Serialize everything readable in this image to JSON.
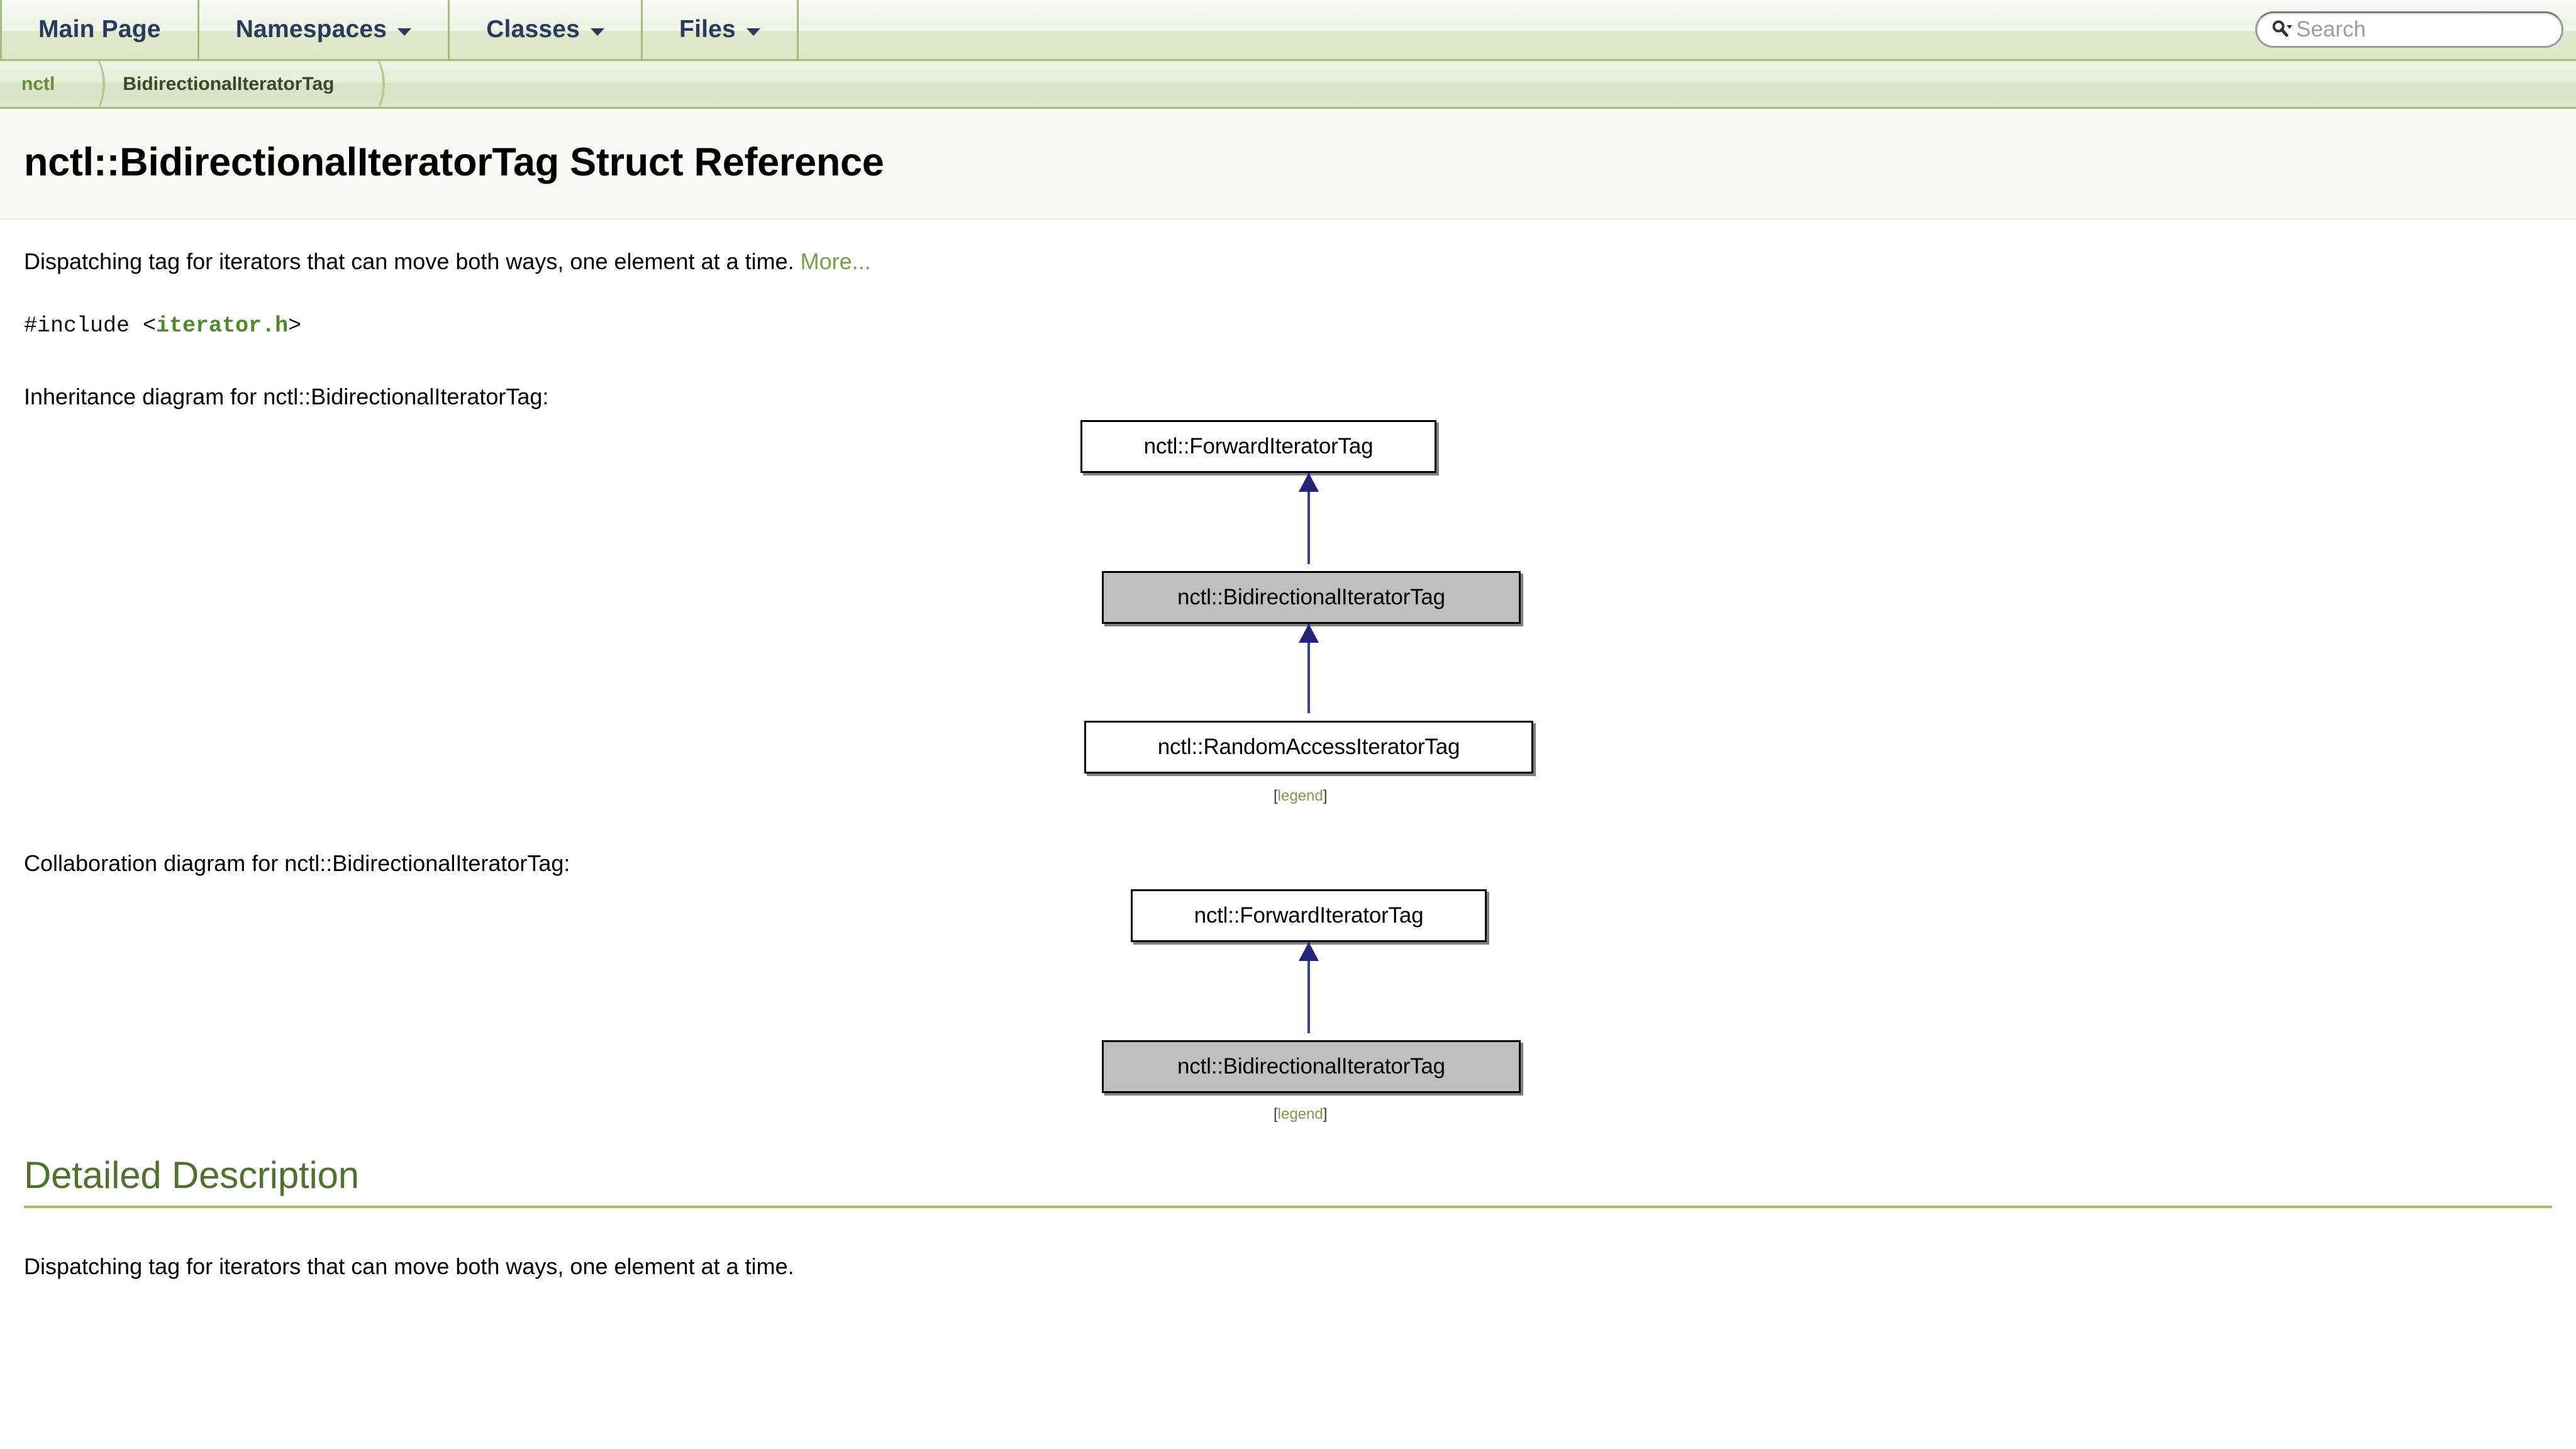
{
  "navbar": {
    "tabs": [
      {
        "label": "Main Page",
        "name": "tab-main-page",
        "has_caret": false
      },
      {
        "label": "Namespaces",
        "name": "tab-namespaces",
        "has_caret": true
      },
      {
        "label": "Classes",
        "name": "tab-classes",
        "has_caret": true
      },
      {
        "label": "Files",
        "name": "tab-files",
        "has_caret": true
      }
    ],
    "search": {
      "placeholder": "Search",
      "value": "",
      "icon": "search-magnifier-icon"
    }
  },
  "breadcrumb": {
    "items": [
      {
        "label": "nctl",
        "type": "link"
      },
      {
        "label": "BidirectionalIteratorTag",
        "type": "current"
      }
    ]
  },
  "header": {
    "title": "nctl::BidirectionalIteratorTag Struct Reference"
  },
  "brief": {
    "text": "Dispatching tag for iterators that can move both ways, one element at a time.",
    "more_label": "More..."
  },
  "include": {
    "prefix": "#include <",
    "file": "iterator.h",
    "suffix": ">"
  },
  "inheritance": {
    "caption": "Inheritance diagram for nctl::BidirectionalIteratorTag:",
    "legend_open": "[",
    "legend_label": "legend",
    "legend_close": "]",
    "nodes": [
      {
        "label": "nctl::ForwardIteratorTag",
        "current": false
      },
      {
        "label": "nctl::BidirectionalIteratorTag",
        "current": true
      },
      {
        "label": "nctl::RandomAccessIteratorTag",
        "current": false
      }
    ]
  },
  "collaboration": {
    "caption": "Collaboration diagram for nctl::BidirectionalIteratorTag:",
    "legend_open": "[",
    "legend_label": "legend",
    "legend_close": "]",
    "nodes": [
      {
        "label": "nctl::ForwardIteratorTag",
        "current": false
      },
      {
        "label": "nctl::BidirectionalIteratorTag",
        "current": true
      }
    ]
  },
  "detailed_description": {
    "heading": "Detailed Description",
    "text": "Dispatching tag for iterators that can move both ways, one element at a time."
  },
  "colors": {
    "accent_green": "#7a9e4a",
    "heading_green": "#52712e",
    "nav_text": "#283a5d",
    "nav_border": "#a3bd7f",
    "edge_blue": "#3b3b9e",
    "node_highlight": "#bfbfbf"
  }
}
